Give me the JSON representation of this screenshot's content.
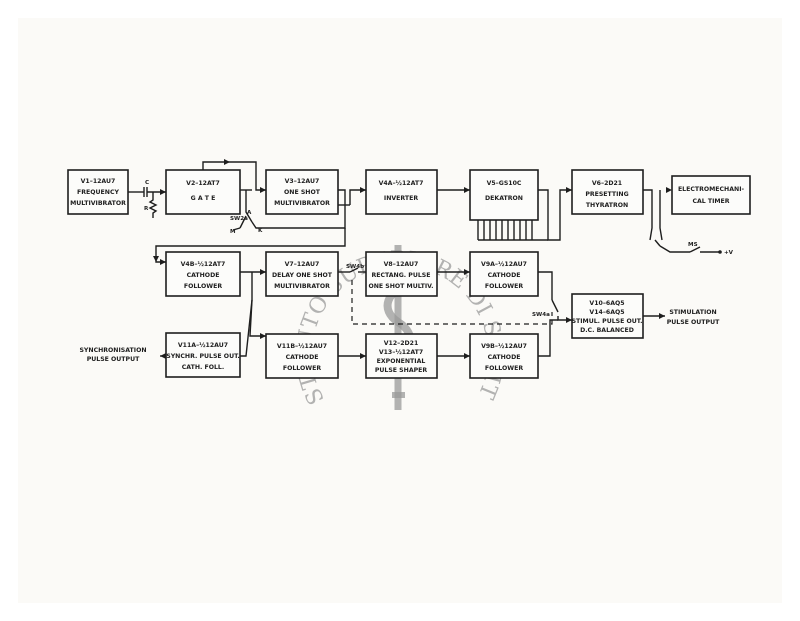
{
  "blocks": {
    "v1": [
      "V1–12AU7",
      "FREQUENCY",
      "MULTIVIBRATOR"
    ],
    "v2": [
      "V2–12AT7",
      "G A T E"
    ],
    "v3": [
      "V3–12AU7",
      "ONE SHOT",
      "MULTIVIBRATOR"
    ],
    "v4a": [
      "V4A–½12AT7",
      "INVERTER"
    ],
    "v5": [
      "V5–GS10C",
      "DEKATRON"
    ],
    "v6": [
      "V6–2D21",
      "PRESETTING",
      "THYRATRON"
    ],
    "timer": [
      "ELECTROMECHANI-",
      "CAL  TIMER"
    ],
    "v4b": [
      "V4B–½12AT7",
      "CATHODE",
      "FOLLOWER"
    ],
    "v7": [
      "V7–12AU7",
      "DELAY ONE SHOT",
      "MULTIVIBRATOR"
    ],
    "v8": [
      "V8–12AU7",
      "RECTANG. PULSE",
      "ONE SHOT MULTIV."
    ],
    "v9a": [
      "V9A–½12AU7",
      "CATHODE",
      "FOLLOWER"
    ],
    "v10": [
      "V10–6AQ5",
      "V14–6AQ5",
      "STIMUL. PULSE OUT.",
      "D.C. BALANCED"
    ],
    "v11a": [
      "V11A–½12AU7",
      "SYNCHR. PULSE OUT.",
      "CATH. FOLL."
    ],
    "v11b": [
      "V11B–½12AU7",
      "CATHODE",
      "FOLLOWER"
    ],
    "v12": [
      "V12–2D21",
      "V13–½12AT7",
      "EXPONENTIAL",
      "PULSE SHAPER"
    ],
    "v9b": [
      "V9B–½12AU7",
      "CATHODE",
      "FOLLOWER"
    ]
  },
  "labels": {
    "c": "C",
    "r": "R",
    "sw2a": "SW2a",
    "a": "A",
    "m": "M",
    "k": "K",
    "ms": "MS",
    "plus_v": "+V",
    "sw4b": "SW4b",
    "sw4a": "SW4a",
    "sync_output": [
      "SYNCHRONISATION",
      "PULSE  OUTPUT"
    ],
    "stim_output": [
      "STIMULATION",
      "PULSE  OUTPUT"
    ]
  },
  "watermark": {
    "arc_text": "ISTITUTO SUPERIORE DI SANITÀ",
    "color": "#9a9a9a"
  }
}
